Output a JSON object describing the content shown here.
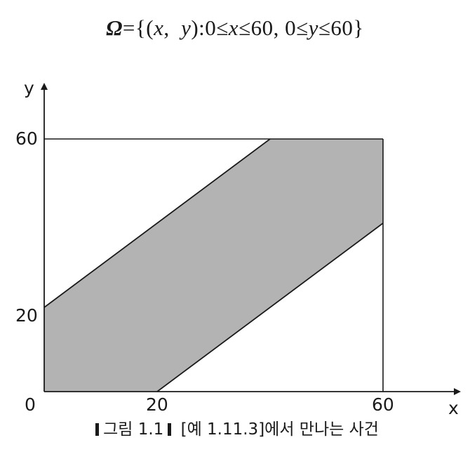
{
  "formula": {
    "omega": "Ω",
    "lhs_eq": "=",
    "set_open": "{(",
    "x": "x",
    "comma1": ",  ",
    "y": "y",
    "set_mid": "):0≤",
    "x2": "x",
    "cond1_rest": "≤60, 0≤",
    "y2": "y",
    "cond2_rest": "≤60}"
  },
  "chart_data": {
    "type": "area",
    "xlabel": "x",
    "ylabel": "y",
    "xlim": [
      0,
      60
    ],
    "ylim": [
      0,
      60
    ],
    "x_ticks": [
      "0",
      "20",
      "60"
    ],
    "y_ticks": [
      "20",
      "60"
    ],
    "square": {
      "x": [
        0,
        60
      ],
      "y": [
        0,
        60
      ]
    },
    "region": "|x - y| <= 20",
    "region_vertices": [
      [
        0,
        0
      ],
      [
        20,
        0
      ],
      [
        60,
        40
      ],
      [
        60,
        60
      ],
      [
        40,
        60
      ],
      [
        0,
        20
      ]
    ],
    "boundary_lines": [
      {
        "from": [
          0,
          20
        ],
        "to": [
          40,
          60
        ]
      },
      {
        "from": [
          20,
          0
        ],
        "to": [
          60,
          40
        ]
      }
    ],
    "fill_color": "#b3b3b3",
    "grid": false
  },
  "caption": {
    "figure_label": "그림 1.1",
    "text": "[예 1.11.3]에서 만나는 사건"
  }
}
